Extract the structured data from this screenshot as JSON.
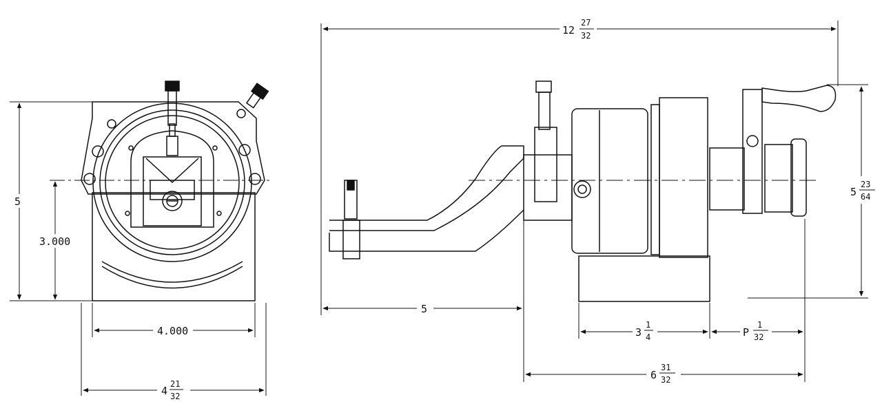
{
  "drawing": {
    "line_color": "#111111",
    "background": "#ffffff",
    "dimensions": {
      "front_height": "5",
      "front_center_height": "3.000",
      "front_base_width": "4.000",
      "front_overall_width_whole": "4",
      "front_overall_width_num": "21",
      "front_overall_width_den": "32",
      "side_overall_length_whole": "12",
      "side_overall_length_num": "27",
      "side_overall_length_den": "32",
      "side_height_whole": "5",
      "side_height_num": "23",
      "side_height_den": "64",
      "side_overhang": "5",
      "side_base_length_whole": "3",
      "side_base_length_num": "1",
      "side_base_length_den": "4",
      "side_spindle_offset_prefix": "P",
      "side_spindle_offset_num": "1",
      "side_spindle_offset_den": "32",
      "side_body_length_whole": "6",
      "side_body_length_num": "31",
      "side_body_length_den": "32"
    }
  }
}
